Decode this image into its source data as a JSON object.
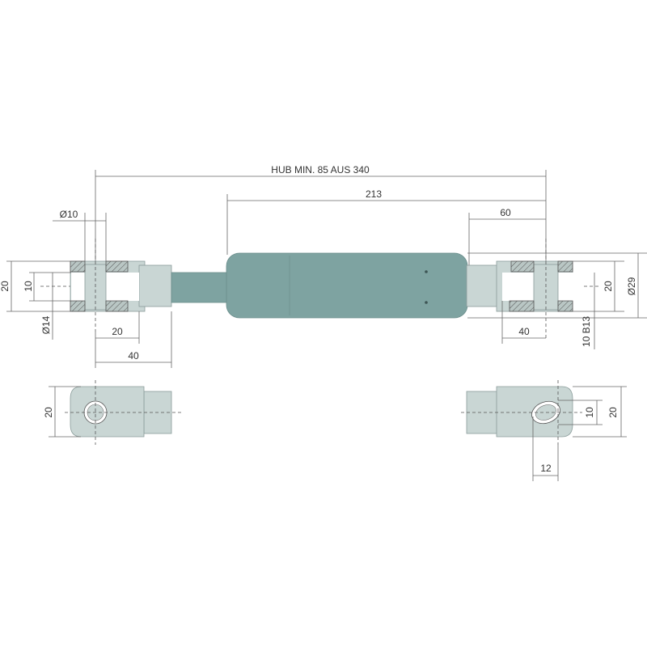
{
  "drawing": {
    "title_dimension": "HUB MIN. 85 AUS 340",
    "dimensions": {
      "body_length": "213",
      "right_offset": "60",
      "left_pin_dia": "Ø10",
      "left_height": "20",
      "left_slot": "10",
      "left_hole_dia": "Ø14",
      "left_eye_to_slot": "20",
      "left_eye_to_end": "40",
      "right_height": "20",
      "right_body_dia": "Ø29",
      "right_eye_to_end": "40",
      "right_slot_tol": "10 B13",
      "bottom_left_height": "20",
      "bottom_right_slot": "10",
      "bottom_right_height": "20",
      "bottom_right_slot_len": "12"
    },
    "colors": {
      "body": "#7ea3a1",
      "fitting": "#c9d6d4"
    }
  }
}
